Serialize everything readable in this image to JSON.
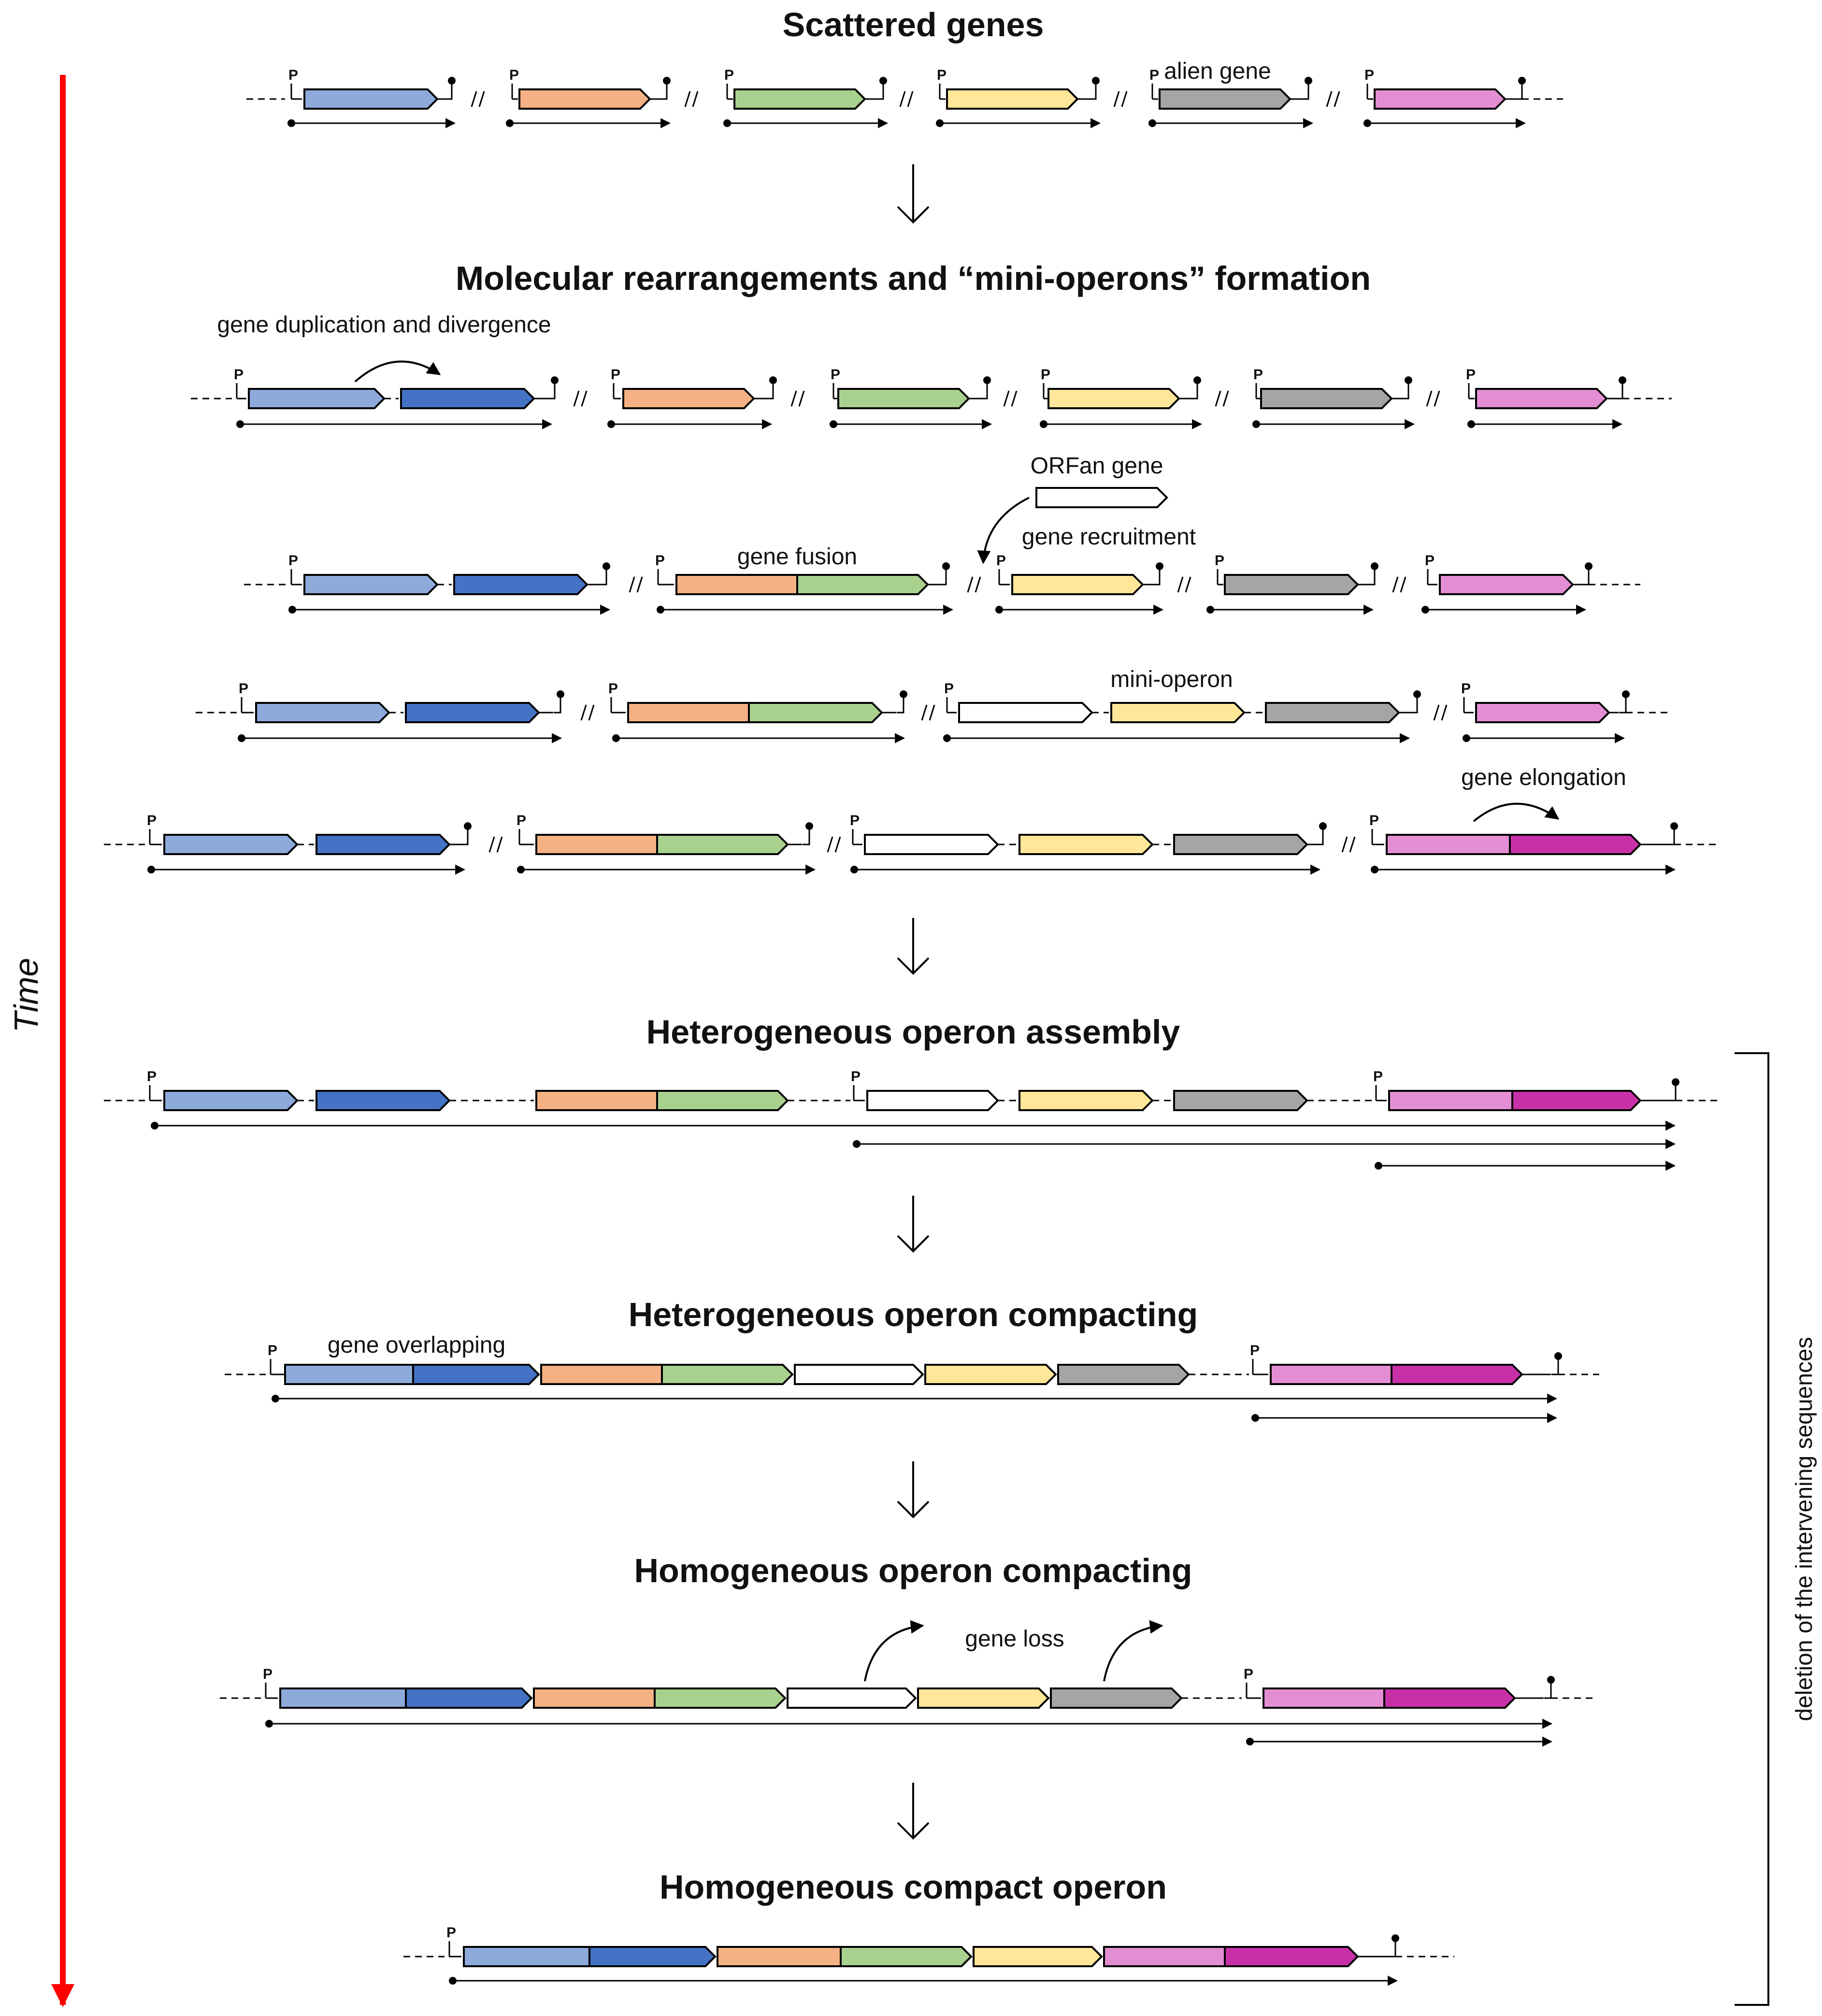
{
  "colors": {
    "light_blue": "#8eaadb",
    "dark_blue": "#4472c4",
    "orange": "#f4b183",
    "green": "#a9d18e",
    "yellow": "#ffe699",
    "grey": "#a5a5a5",
    "pink": "#e38ed3",
    "magenta": "#c830a8",
    "white": "#ffffff",
    "time_arrow": "#ff0000"
  },
  "promoter_label": "P",
  "time_label": "Time",
  "bracket_label": "deletion of the intervening sequences",
  "stages": {
    "s1": {
      "title": "Scattered genes"
    },
    "s2": {
      "title": "Molecular rearrangements and “mini-operons” formation"
    },
    "s3": {
      "title": "Heterogeneous operon assembly"
    },
    "s4": {
      "title": "Heterogeneous operon compacting"
    },
    "s5": {
      "title": "Homogeneous operon compacting"
    },
    "s6": {
      "title": "Homogeneous compact operon"
    }
  },
  "annotations": {
    "alien_gene": "alien gene",
    "gene_duplication": "gene duplication and divergence",
    "orfan_gene": "ORFan gene",
    "gene_recruitment": "gene recruitment",
    "gene_fusion": "gene fusion",
    "mini_operon": "mini-operon",
    "gene_elongation": "gene elongation",
    "gene_overlapping": "gene overlapping",
    "gene_loss": "gene loss"
  }
}
